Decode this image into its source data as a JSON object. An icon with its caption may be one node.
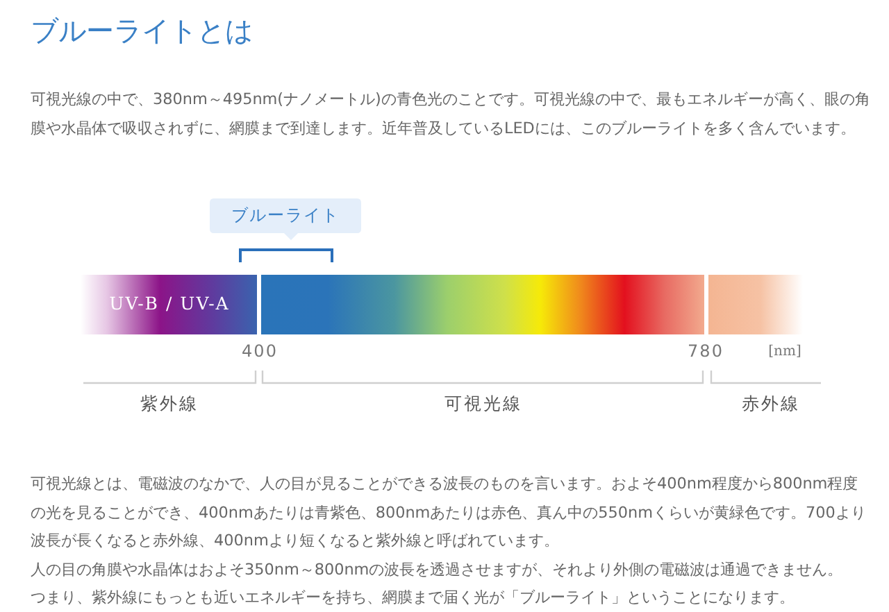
{
  "diagram": {
    "title": "ブルーライトとは",
    "nodes": [
      {
        "text": [
          "ブルーライト"
        ]
      }
    ],
    "labels": [
      "可視光線の中で、380nm～495nm(ナノメートル)の青色光のことです。可視光線の中で、最もエネルギーが高く、眼の角膜や水晶体で吸収されずに、網膜まで到達します。近年普及しているLEDには、このブルーライトを多く含んでいます。",
      "UV-B / UV-A",
      "400",
      "780",
      "[nm]",
      "紫外線",
      "可視光線",
      "赤外線",
      "可視光線とは、電磁波のなかで、人の目が見ることができる波長のものを言います。およそ400nm程度から800nm程度の光を見ることができ、400nmあたりは青紫色、800nmあたりは赤色、真ん中の550nmくらいが黄緑色です。700より波長が長くなると赤外線、400nmより短くなると紫外線と呼ばれています。",
      "人の目の角膜や水晶体はおよそ350nm～800nmの波長を透過させますが、それより外側の電磁波は通過できません。",
      "つまり、紫外線にもっとも近いエネルギーを持ち、網膜まで届く光が「ブルーライト」ということになります。"
    ]
  }
}
